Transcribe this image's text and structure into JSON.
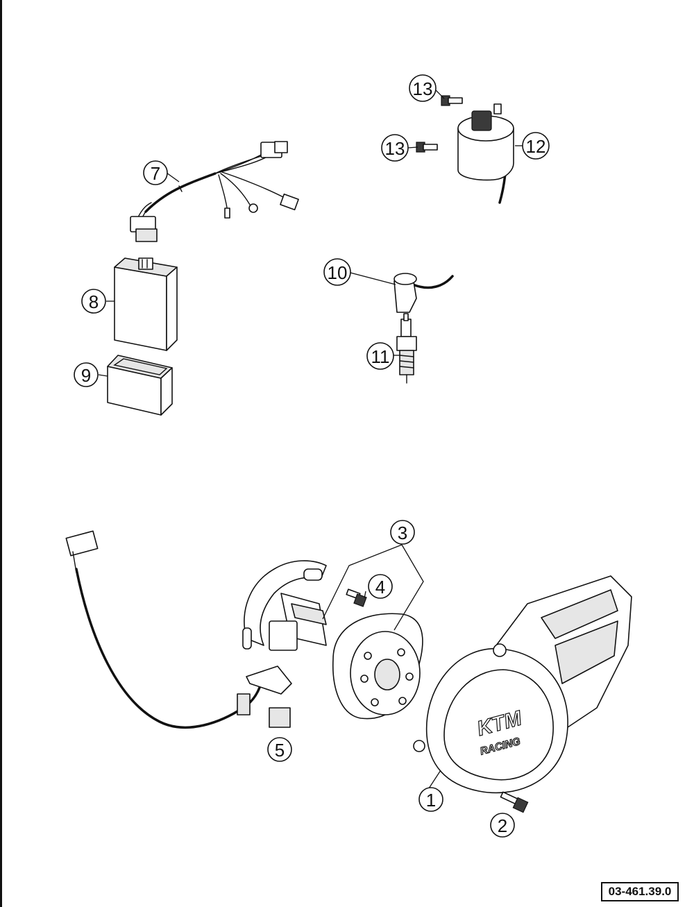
{
  "diagram": {
    "reference_number": "03-461.39.0",
    "logo_text": "KTM",
    "logo_subtext": "RACING",
    "callouts": [
      {
        "id": "1",
        "label": "1"
      },
      {
        "id": "2",
        "label": "2"
      },
      {
        "id": "3",
        "label": "3"
      },
      {
        "id": "4",
        "label": "4"
      },
      {
        "id": "5",
        "label": "5"
      },
      {
        "id": "7",
        "label": "7"
      },
      {
        "id": "8",
        "label": "8"
      },
      {
        "id": "9",
        "label": "9"
      },
      {
        "id": "10",
        "label": "10"
      },
      {
        "id": "11",
        "label": "11"
      },
      {
        "id": "12",
        "label": "12"
      },
      {
        "id": "13a",
        "label": "13"
      },
      {
        "id": "13b",
        "label": "13"
      }
    ]
  }
}
